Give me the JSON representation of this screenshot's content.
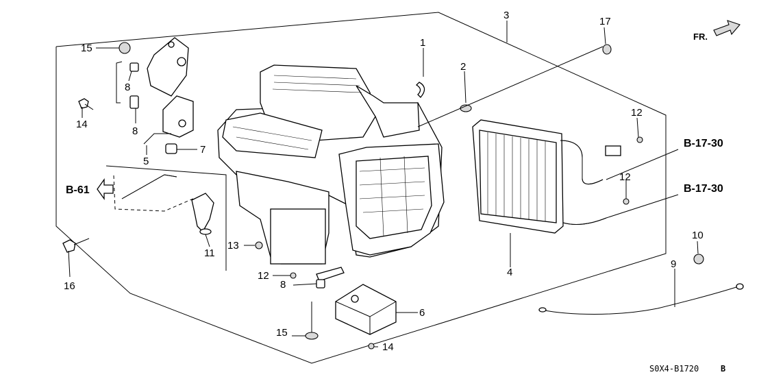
{
  "diagram": {
    "direction_label": "FR.",
    "diagram_code": "S0X4-B1720",
    "diagram_code_suffix": "B",
    "references": {
      "b61": "B-61",
      "b1730_upper": "B-17-30",
      "b1730_lower": "B-17-30"
    },
    "callouts": {
      "c1": "1",
      "c2": "2",
      "c3": "3",
      "c4": "4",
      "c5": "5",
      "c6": "6",
      "c7": "7",
      "c8a": "8",
      "c8b": "8",
      "c8c": "8",
      "c9": "9",
      "c10": "10",
      "c11": "11",
      "c12a": "12",
      "c12b": "12",
      "c12c": "12",
      "c13": "13",
      "c14a": "14",
      "c14b": "14",
      "c15a": "15",
      "c15b": "15",
      "c16": "16",
      "c17": "17"
    }
  }
}
